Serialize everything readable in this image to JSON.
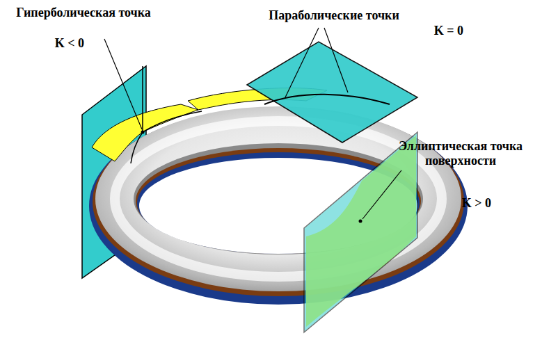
{
  "diagram": {
    "labels": [
      "Гиперболическая точка",
      "K < 0",
      "Параболические точки",
      "K = 0",
      "Эллиптическая точка поверхности",
      "K > 0"
    ]
  }
}
